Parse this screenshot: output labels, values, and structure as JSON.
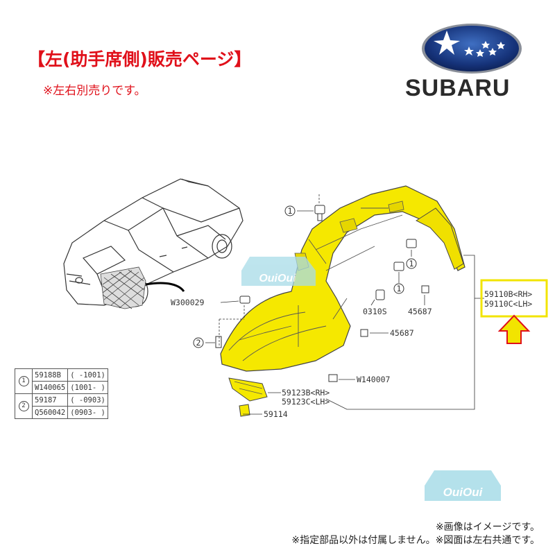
{
  "header": {
    "title": "【左(助手席側)販売ページ】",
    "subtitle": "※左右別売りです。"
  },
  "brand": {
    "name": "SUBARU",
    "logo_icon": "subaru-pleiades-logo"
  },
  "diagram": {
    "callouts": {
      "bolt_1_top": "1",
      "clip_1_a": "1",
      "clip_1_b": "1",
      "screw_2": "2"
    },
    "labels": {
      "w300029": "W300029",
      "p0310s": "0310S",
      "p45687_a": "45687",
      "p45687_b": "45687",
      "rh_main": "59110B<RH>",
      "lh_main": "59110C<LH>",
      "w140007": "W140007",
      "rh_flap": "59123B<RH>",
      "lh_flap": "59123C<LH>",
      "p59114": "59114"
    },
    "highlight_color": "#f5e800",
    "box_color": "#f2e400",
    "arrow_color": "#f2e400"
  },
  "table": {
    "rows": [
      {
        "idx": "1",
        "part": "59188B",
        "range": "(   -1001)"
      },
      {
        "idx": "",
        "part": "W140065",
        "range": "(1001-   )"
      },
      {
        "idx": "2",
        "part": "59187",
        "range": "(   -0903)"
      },
      {
        "idx": "",
        "part": "Q560042",
        "range": "(0903-   )"
      }
    ]
  },
  "watermarks": {
    "text": "OuiOui"
  },
  "footer": {
    "note1": "※画像はイメージです。",
    "note2": "※指定部品以外は付属しません。※図面は左右共通です。"
  }
}
